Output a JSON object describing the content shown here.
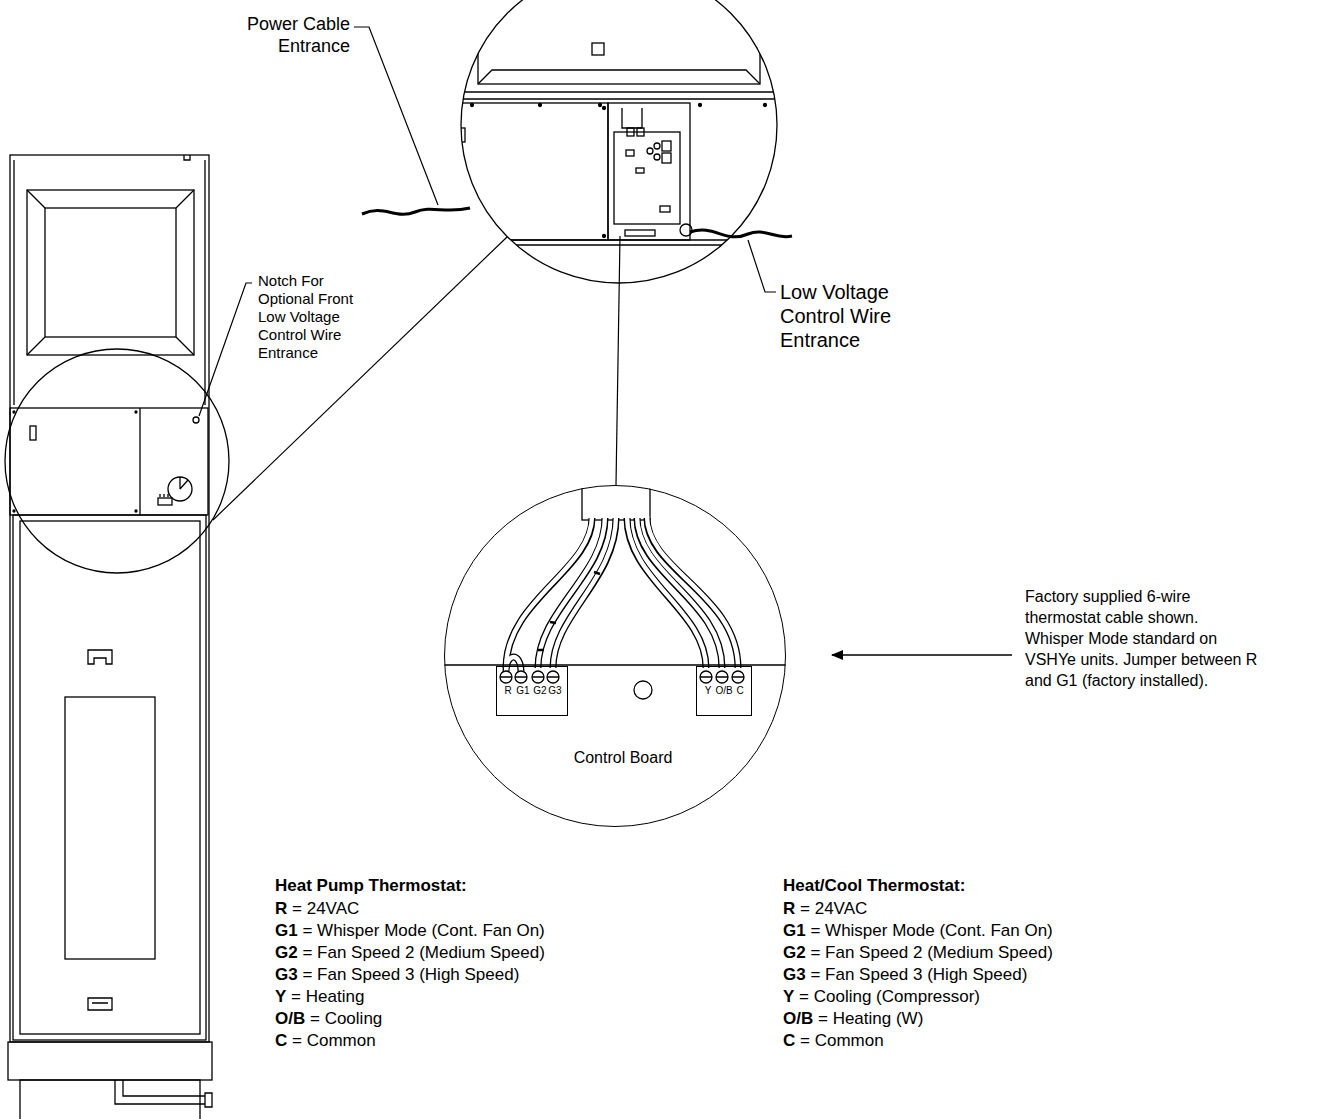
{
  "diagram": {
    "nodes": [
      {
        "text": [
          "Control Board"
        ]
      },
      {
        "text": [
          "R",
          "G1",
          "G2",
          "G3"
        ],
        "in": 0
      },
      {
        "text": [
          "Y",
          "O/B",
          "C"
        ],
        "in": 0
      }
    ],
    "labels": [
      "Power Cable Entrance",
      "Notch For Optional Front Low Voltage Control Wire Entrance",
      "Low Voltage Control Wire Entrance",
      "Factory supplied 6-wire thermostat cable shown. Whisper Mode standard on VSHYe units. Jumper between R and G1 (factory installed).",
      "Heat Pump Thermostat:",
      "R",
      "= 24VAC",
      "G1",
      "= Whisper Mode (Cont. Fan On)",
      "G2",
      "= Fan Speed 2 (Medium Speed)",
      "G3",
      "= Fan Speed 3 (High Speed)",
      "Y",
      "= Heating",
      "O/B",
      "= Cooling",
      "C",
      "= Common",
      "Heat/Cool Thermostat:",
      "R",
      "= 24VAC",
      "G1",
      "= Whisper Mode (Cont. Fan On)",
      "G2",
      "= Fan Speed 2 (Medium Speed)",
      "G3",
      "= Fan Speed 3 (High Speed)",
      "Y",
      "= Cooling (Compressor)",
      "O/B",
      "= Heating (W)",
      "C",
      "= Common"
    ]
  }
}
